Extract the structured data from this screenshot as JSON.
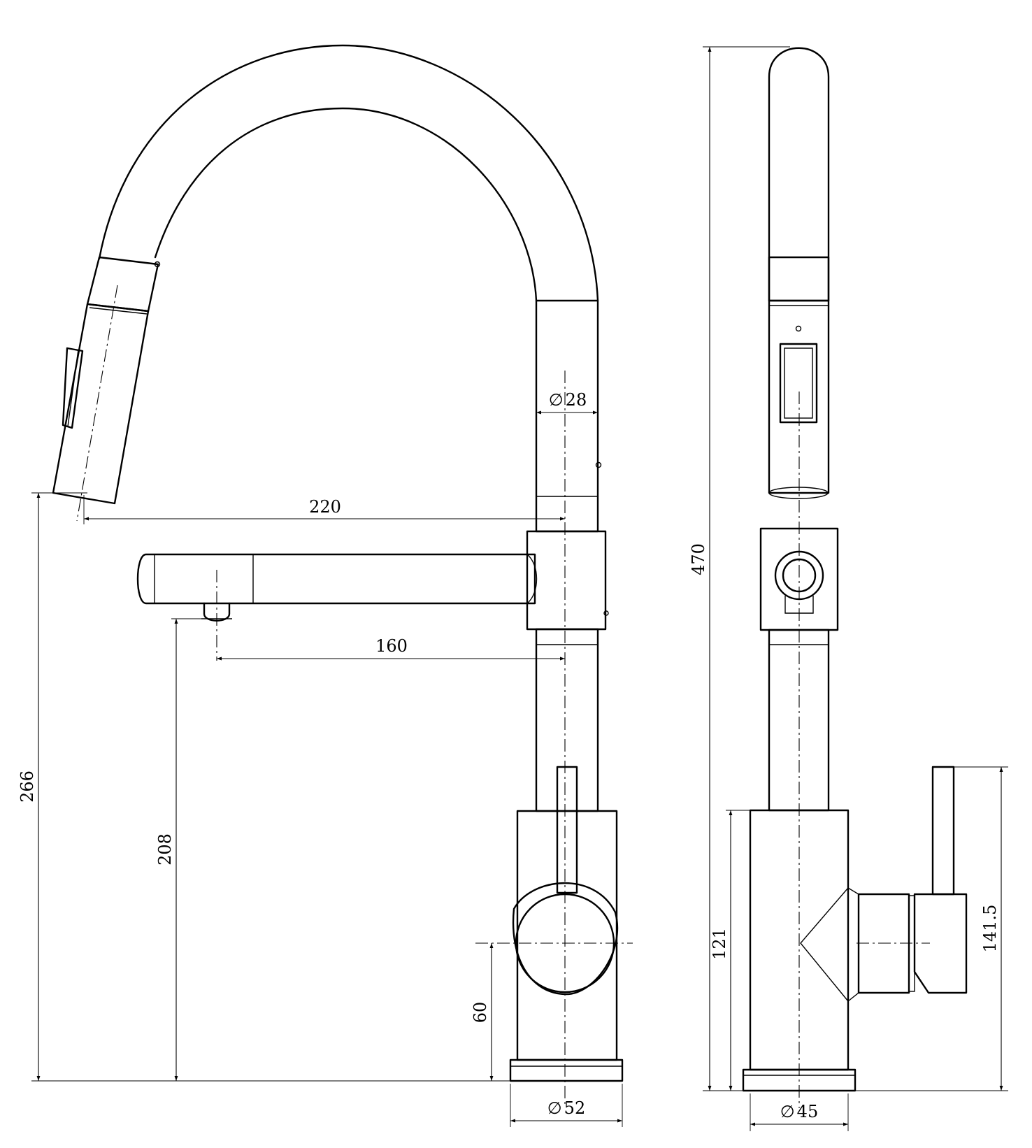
{
  "dimensions": {
    "reach_220": "220",
    "reach_160": "160",
    "spout_dia": "28",
    "height_266": "266",
    "height_208": "208",
    "lever_60": "60",
    "base_dia_front": "52",
    "total_470": "470",
    "body_121": "121",
    "lever_141_5": "141.5",
    "base_dia_side": "45"
  },
  "symbols": {
    "diameter": "∅"
  }
}
